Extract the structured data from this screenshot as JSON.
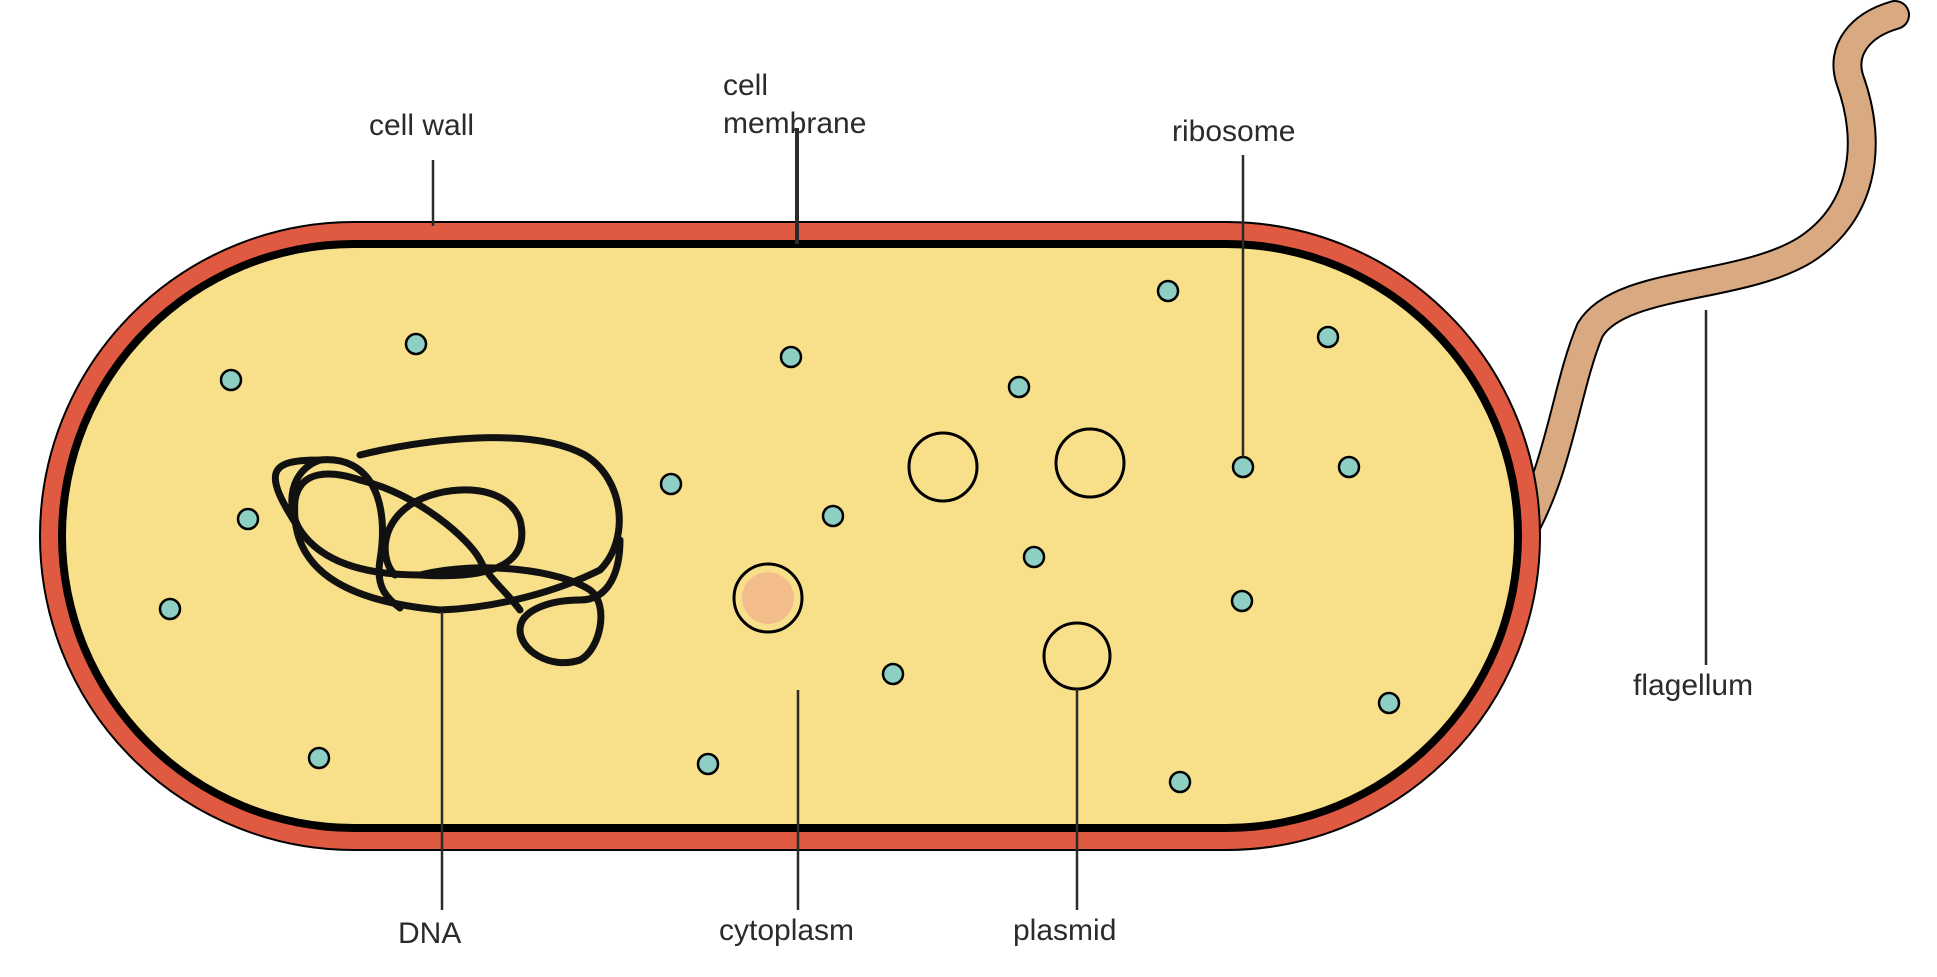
{
  "labels": {
    "cell_wall": "cell wall",
    "cell_membrane_line1": "cell",
    "cell_membrane_line2": "membrane",
    "ribosome": "ribosome",
    "flagellum": "flagellum",
    "dna": "DNA",
    "cytoplasm": "cytoplasm",
    "plasmid": "plasmid"
  },
  "colors": {
    "cell_wall": "#e05a42",
    "membrane": "#000000",
    "cytoplasm": "#f8e08a",
    "ribosome": "#8ecfc4",
    "inclusion": "#f2bd8a",
    "flagellum": "#d9a982",
    "label_text": "#2b2b2b"
  }
}
